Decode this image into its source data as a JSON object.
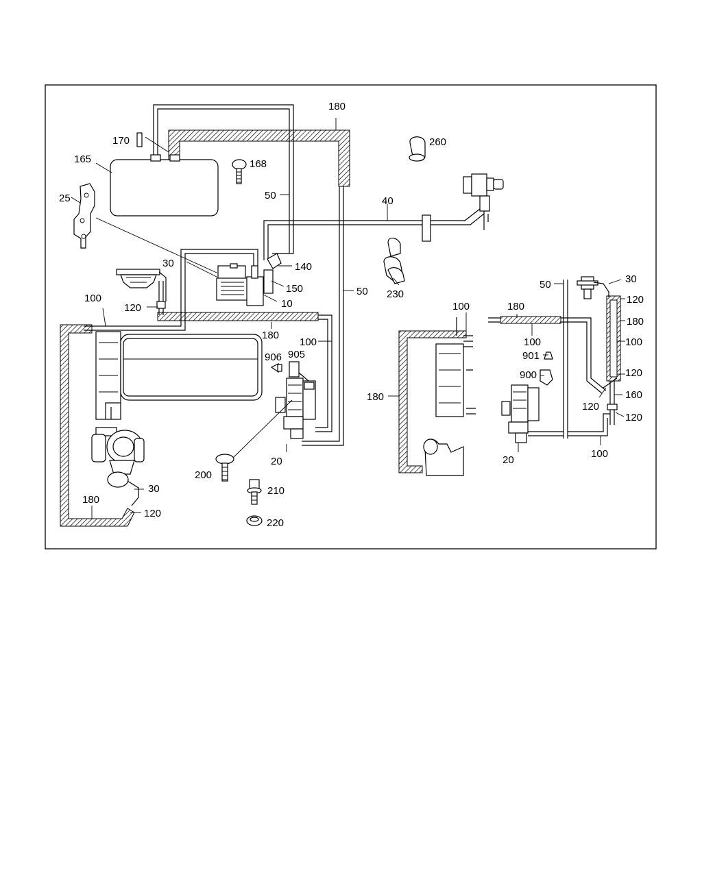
{
  "diagram": {
    "callouts": {
      "c180_top": "180",
      "c170": "170",
      "c165": "165",
      "c168": "168",
      "c260": "260",
      "c25": "25",
      "c50_top": "50",
      "c40": "40",
      "c30_a": "30",
      "c140": "140",
      "c150": "150",
      "c10": "10",
      "c230": "230",
      "c50_mid": "50",
      "c100_a": "100",
      "c120_a": "120",
      "c180_mid": "180",
      "c100_b": "100",
      "c906": "906",
      "c905": "905",
      "c20_a": "20",
      "c200": "200",
      "c210": "210",
      "c220": "220",
      "c30_b": "30",
      "c180_bl": "180",
      "c120_b": "120",
      "c100_c": "100",
      "c180_r1": "180",
      "c100_d": "100",
      "c180_r2": "180",
      "c901": "901",
      "c900": "900",
      "c20_b": "20",
      "c50_r": "50",
      "c30_r": "30",
      "c120_r1": "120",
      "c180_r3": "180",
      "c100_r": "100",
      "c120_r2": "120",
      "c120_r3": "120",
      "c160": "160",
      "c120_r4": "120",
      "c100_bot": "100"
    }
  }
}
